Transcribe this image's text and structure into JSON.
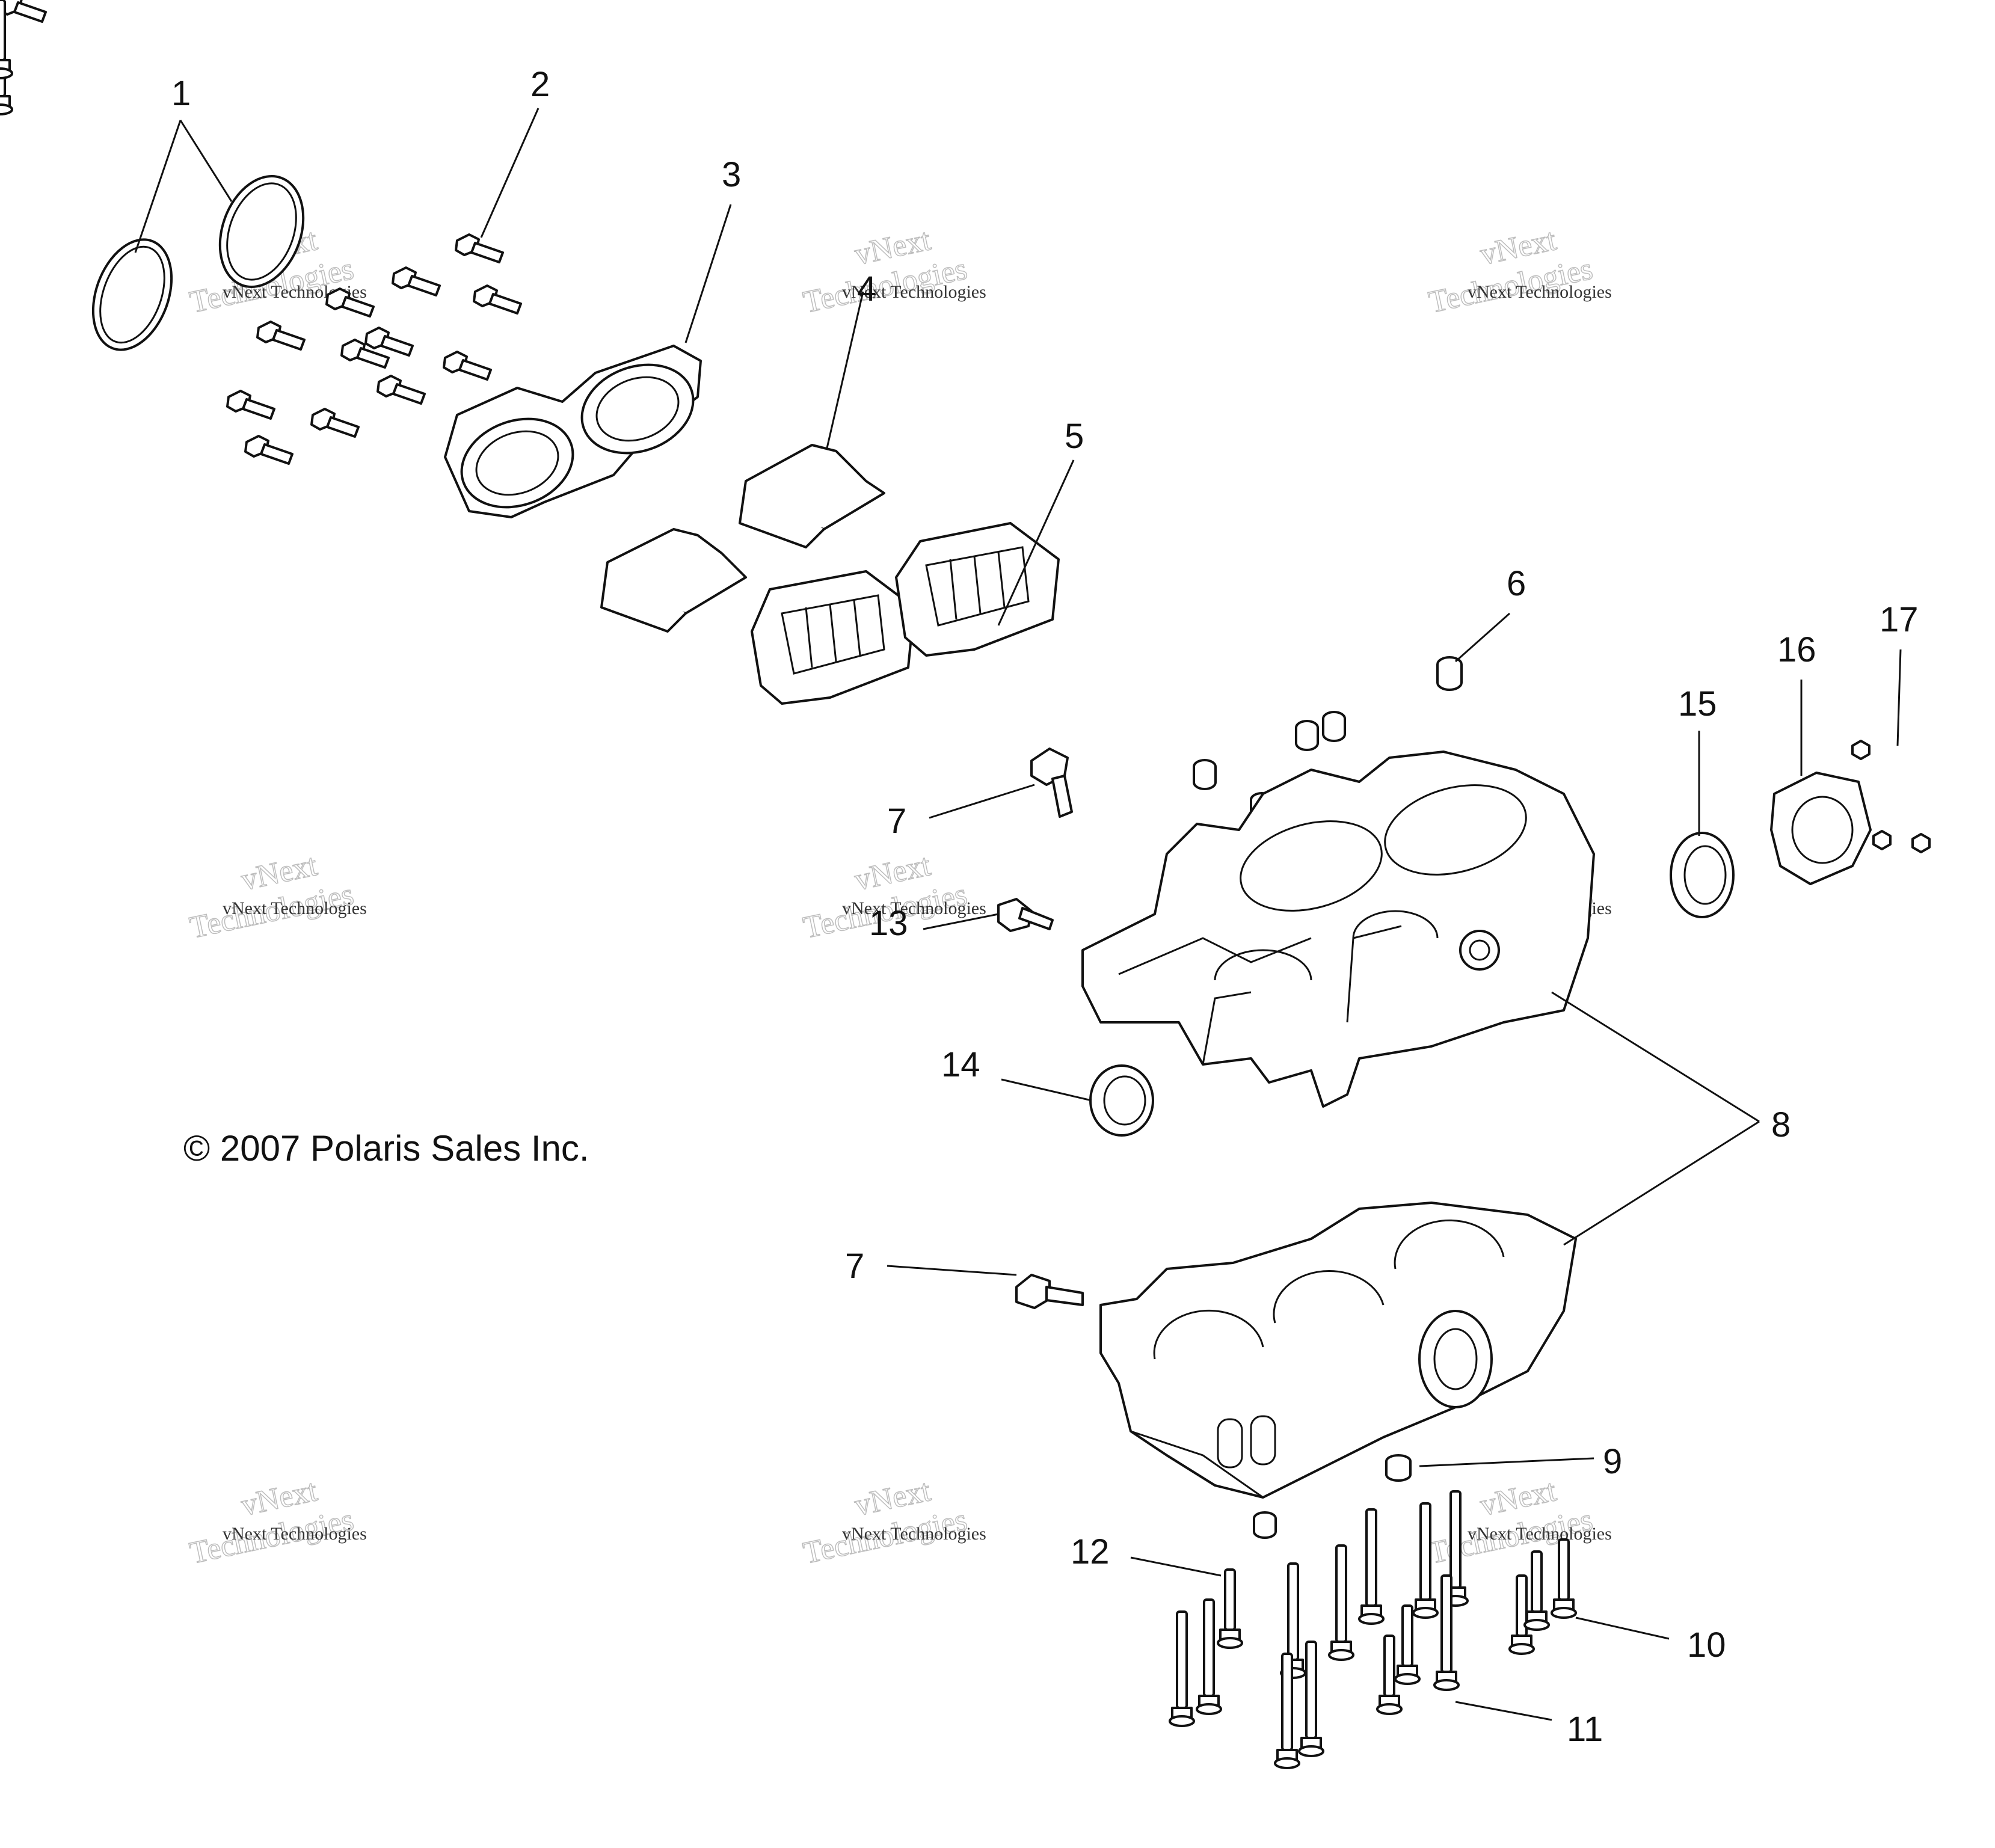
{
  "copyright": "© 2007 Polaris Sales Inc.",
  "watermark": {
    "line1": "vNext Technologies",
    "line2": "Technologies",
    "line3": "vNext"
  },
  "callouts": [
    "1",
    "2",
    "3",
    "4",
    "5",
    "6",
    "7",
    "7",
    "8",
    "9",
    "10",
    "11",
    "12",
    "13",
    "14",
    "15",
    "16",
    "17"
  ]
}
